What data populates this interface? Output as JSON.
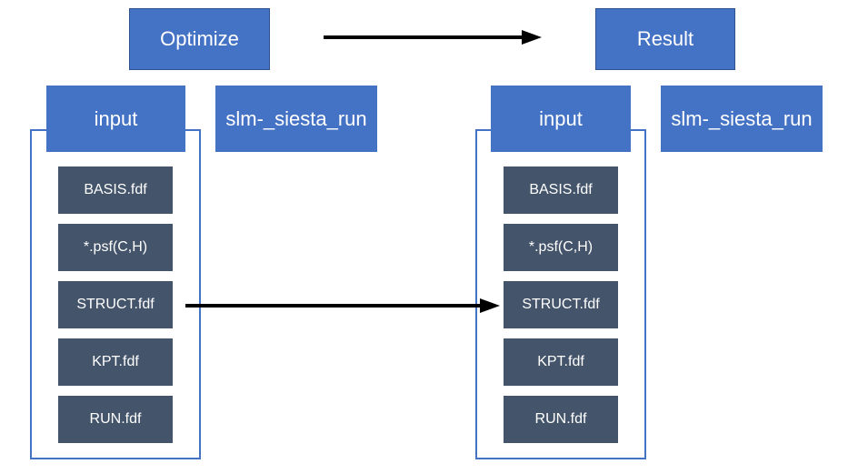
{
  "top": {
    "optimize_label": "Optimize",
    "result_label": "Result"
  },
  "left": {
    "input_label": "input",
    "run_label": "slm-_siesta_run",
    "files": [
      "BASIS.fdf",
      "*.psf(C,H)",
      "STRUCT.fdf",
      "KPT.fdf",
      "RUN.fdf"
    ]
  },
  "right": {
    "input_label": "input",
    "run_label": "slm-_siesta_run",
    "files": [
      "BASIS.fdf",
      "*.psf(C,H)",
      "STRUCT.fdf",
      "KPT.fdf",
      "RUN.fdf"
    ]
  },
  "colors": {
    "box_blue": "#4472C4",
    "box_blue_border": "#2F528F",
    "file_slate": "#44546A",
    "arrow": "#000000"
  }
}
